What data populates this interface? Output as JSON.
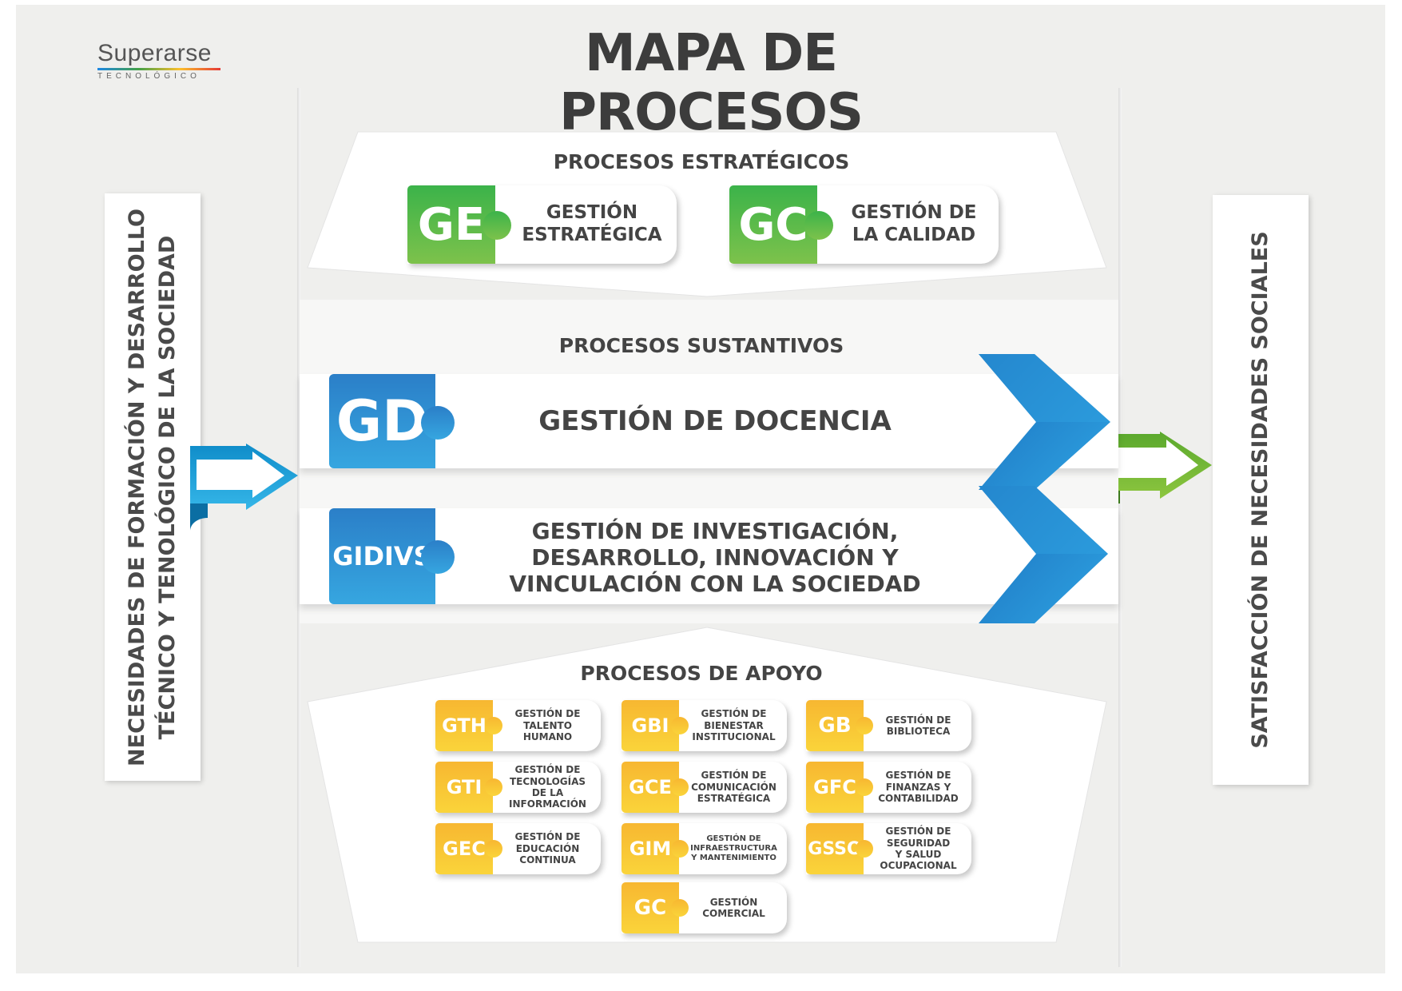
{
  "title": "MAPA DE PROCESOS",
  "logo": {
    "name": "Superarse",
    "subtitle": "TECNOLÓGICO"
  },
  "input_panel": {
    "line1": "NECESIDADES DE FORMACIÓN Y DESARROLLO",
    "line2": "TÉCNICO Y TENOLÓGICO DE LA SOCIEDAD"
  },
  "output_panel": {
    "text": "SATISFACCIÓN DE NECESIDADES SOCIALES"
  },
  "strategic": {
    "title": "PROCESOS ESTRATÉGICOS",
    "items": [
      {
        "abbr": "GE",
        "line1": "GESTIÓN",
        "line2": "ESTRATÉGICA"
      },
      {
        "abbr": "GC",
        "line1": "GESTIÓN DE",
        "line2": "LA CALIDAD"
      }
    ]
  },
  "substantive": {
    "title": "PROCESOS SUSTANTIVOS",
    "items": [
      {
        "abbr": "GD",
        "line1": "GESTIÓN DE DOCENCIA"
      },
      {
        "abbr": "GIDIVS",
        "line1": "GESTIÓN DE INVESTIGACIÓN,",
        "line2": "DESARROLLO, INNOVACIÓN Y",
        "line3": "VINCULACIÓN CON LA SOCIEDAD"
      }
    ]
  },
  "support": {
    "title": "PROCESOS DE APOYO",
    "items": [
      {
        "abbr": "GTH",
        "label": [
          "GESTIÓN DE",
          "TALENTO",
          "HUMANO"
        ]
      },
      {
        "abbr": "GBI",
        "label": [
          "GESTIÓN DE",
          "BIENESTAR",
          "INSTITUCIONAL"
        ]
      },
      {
        "abbr": "GB",
        "label": [
          "GESTIÓN DE",
          "BIBLIOTECA"
        ]
      },
      {
        "abbr": "GTI",
        "label": [
          "GESTIÓN DE",
          "TECNOLOGÍAS",
          "DE LA",
          "INFORMACIÓN"
        ]
      },
      {
        "abbr": "GCE",
        "label": [
          "GESTIÓN DE",
          "COMUNICACIÓN",
          "ESTRATÉGICA"
        ]
      },
      {
        "abbr": "GFC",
        "label": [
          "GESTIÓN DE",
          "FINANZAS Y",
          "CONTABILIDAD"
        ]
      },
      {
        "abbr": "GEC",
        "label": [
          "GESTIÓN DE",
          "EDUCACIÓN",
          "CONTINUA"
        ]
      },
      {
        "abbr": "GIM",
        "label": [
          "GESTIÓN DE",
          "INFRAESTRUCTURA",
          "Y MANTENIMIENTO"
        ]
      },
      {
        "abbr": "GSSO",
        "label": [
          "GESTIÓN DE",
          "SEGURIDAD",
          "Y SALUD",
          "OCUPACIONAL"
        ]
      },
      {
        "abbr": "GC",
        "label": [
          "GESTIÓN",
          "COMERCIAL"
        ]
      }
    ]
  },
  "colors": {
    "strategic": "#3bb34a",
    "substantive": "#2b8fd6",
    "support": "#f9c531",
    "input_arrow": "#1ea0d8",
    "output_arrow": "#6ab832"
  }
}
